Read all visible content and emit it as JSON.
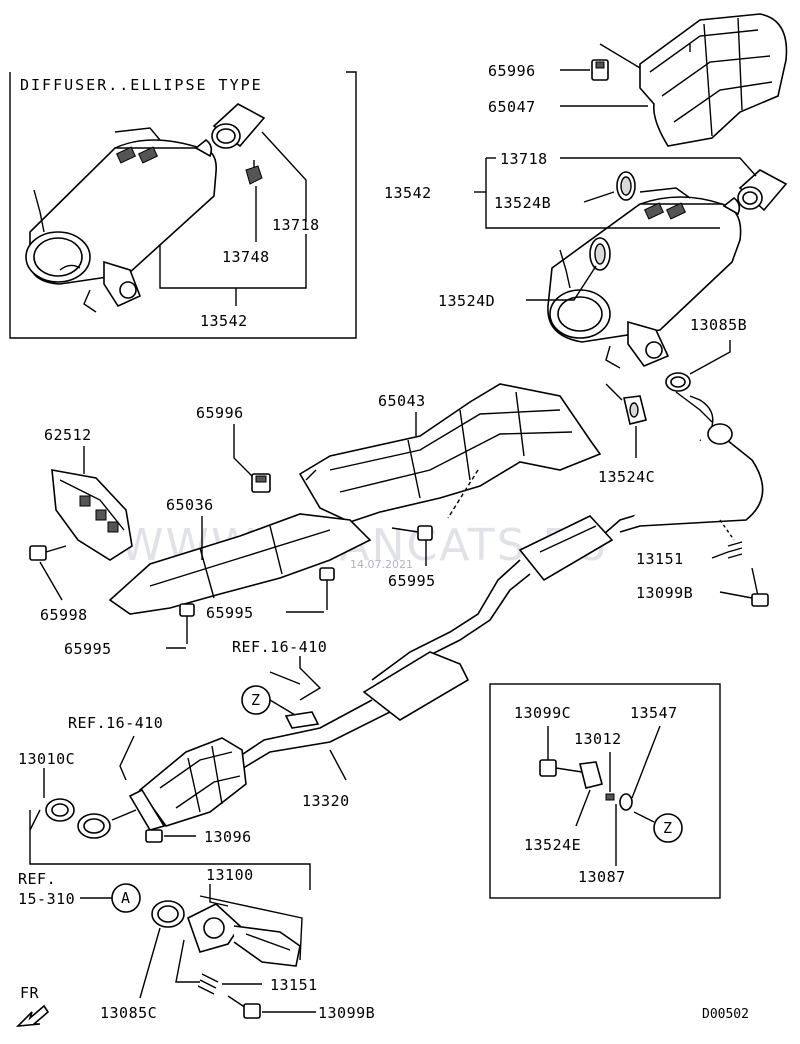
{
  "inset_diffuser": {
    "title": "DIFFUSER..ELLIPSE TYPE",
    "parts": [
      "13718",
      "13748",
      "13542"
    ]
  },
  "parts": {
    "p65996_top": "65996",
    "p65047": "65047",
    "p13718": "13718",
    "p13542": "13542",
    "p13524B": "13524B",
    "p13524D": "13524D",
    "p13085B": "13085B",
    "p13524C": "13524C",
    "p62512": "62512",
    "p65996_mid": "65996",
    "p65043": "65043",
    "p65036": "65036",
    "p65998": "65998",
    "p65995_a": "65995",
    "p65995_b": "65995",
    "p65995_c": "65995",
    "p13151_r": "13151",
    "p13099B_r": "13099B",
    "ref_16_410_a": "REF.16-410",
    "ref_16_410_b": "REF.16-410",
    "p13010C": "13010C",
    "p13320": "13320",
    "p13096": "13096",
    "ref_15_310_line1": "REF.",
    "ref_15_310_line2": "15-310",
    "p13100": "13100",
    "p13151_b": "13151",
    "p13085C": "13085C",
    "p13099B_b": "13099B"
  },
  "inset_detail": {
    "parts": [
      "13099C",
      "13547",
      "13012",
      "13524E",
      "13087"
    ],
    "marker": "Z"
  },
  "markers": {
    "z_main": "Z",
    "a_main": "A"
  },
  "watermark": {
    "text": "WWW.JAPANCATS.RU",
    "date": "14.07.2021"
  },
  "footer": {
    "front_label": "FR",
    "diagram_code": "D00502"
  }
}
